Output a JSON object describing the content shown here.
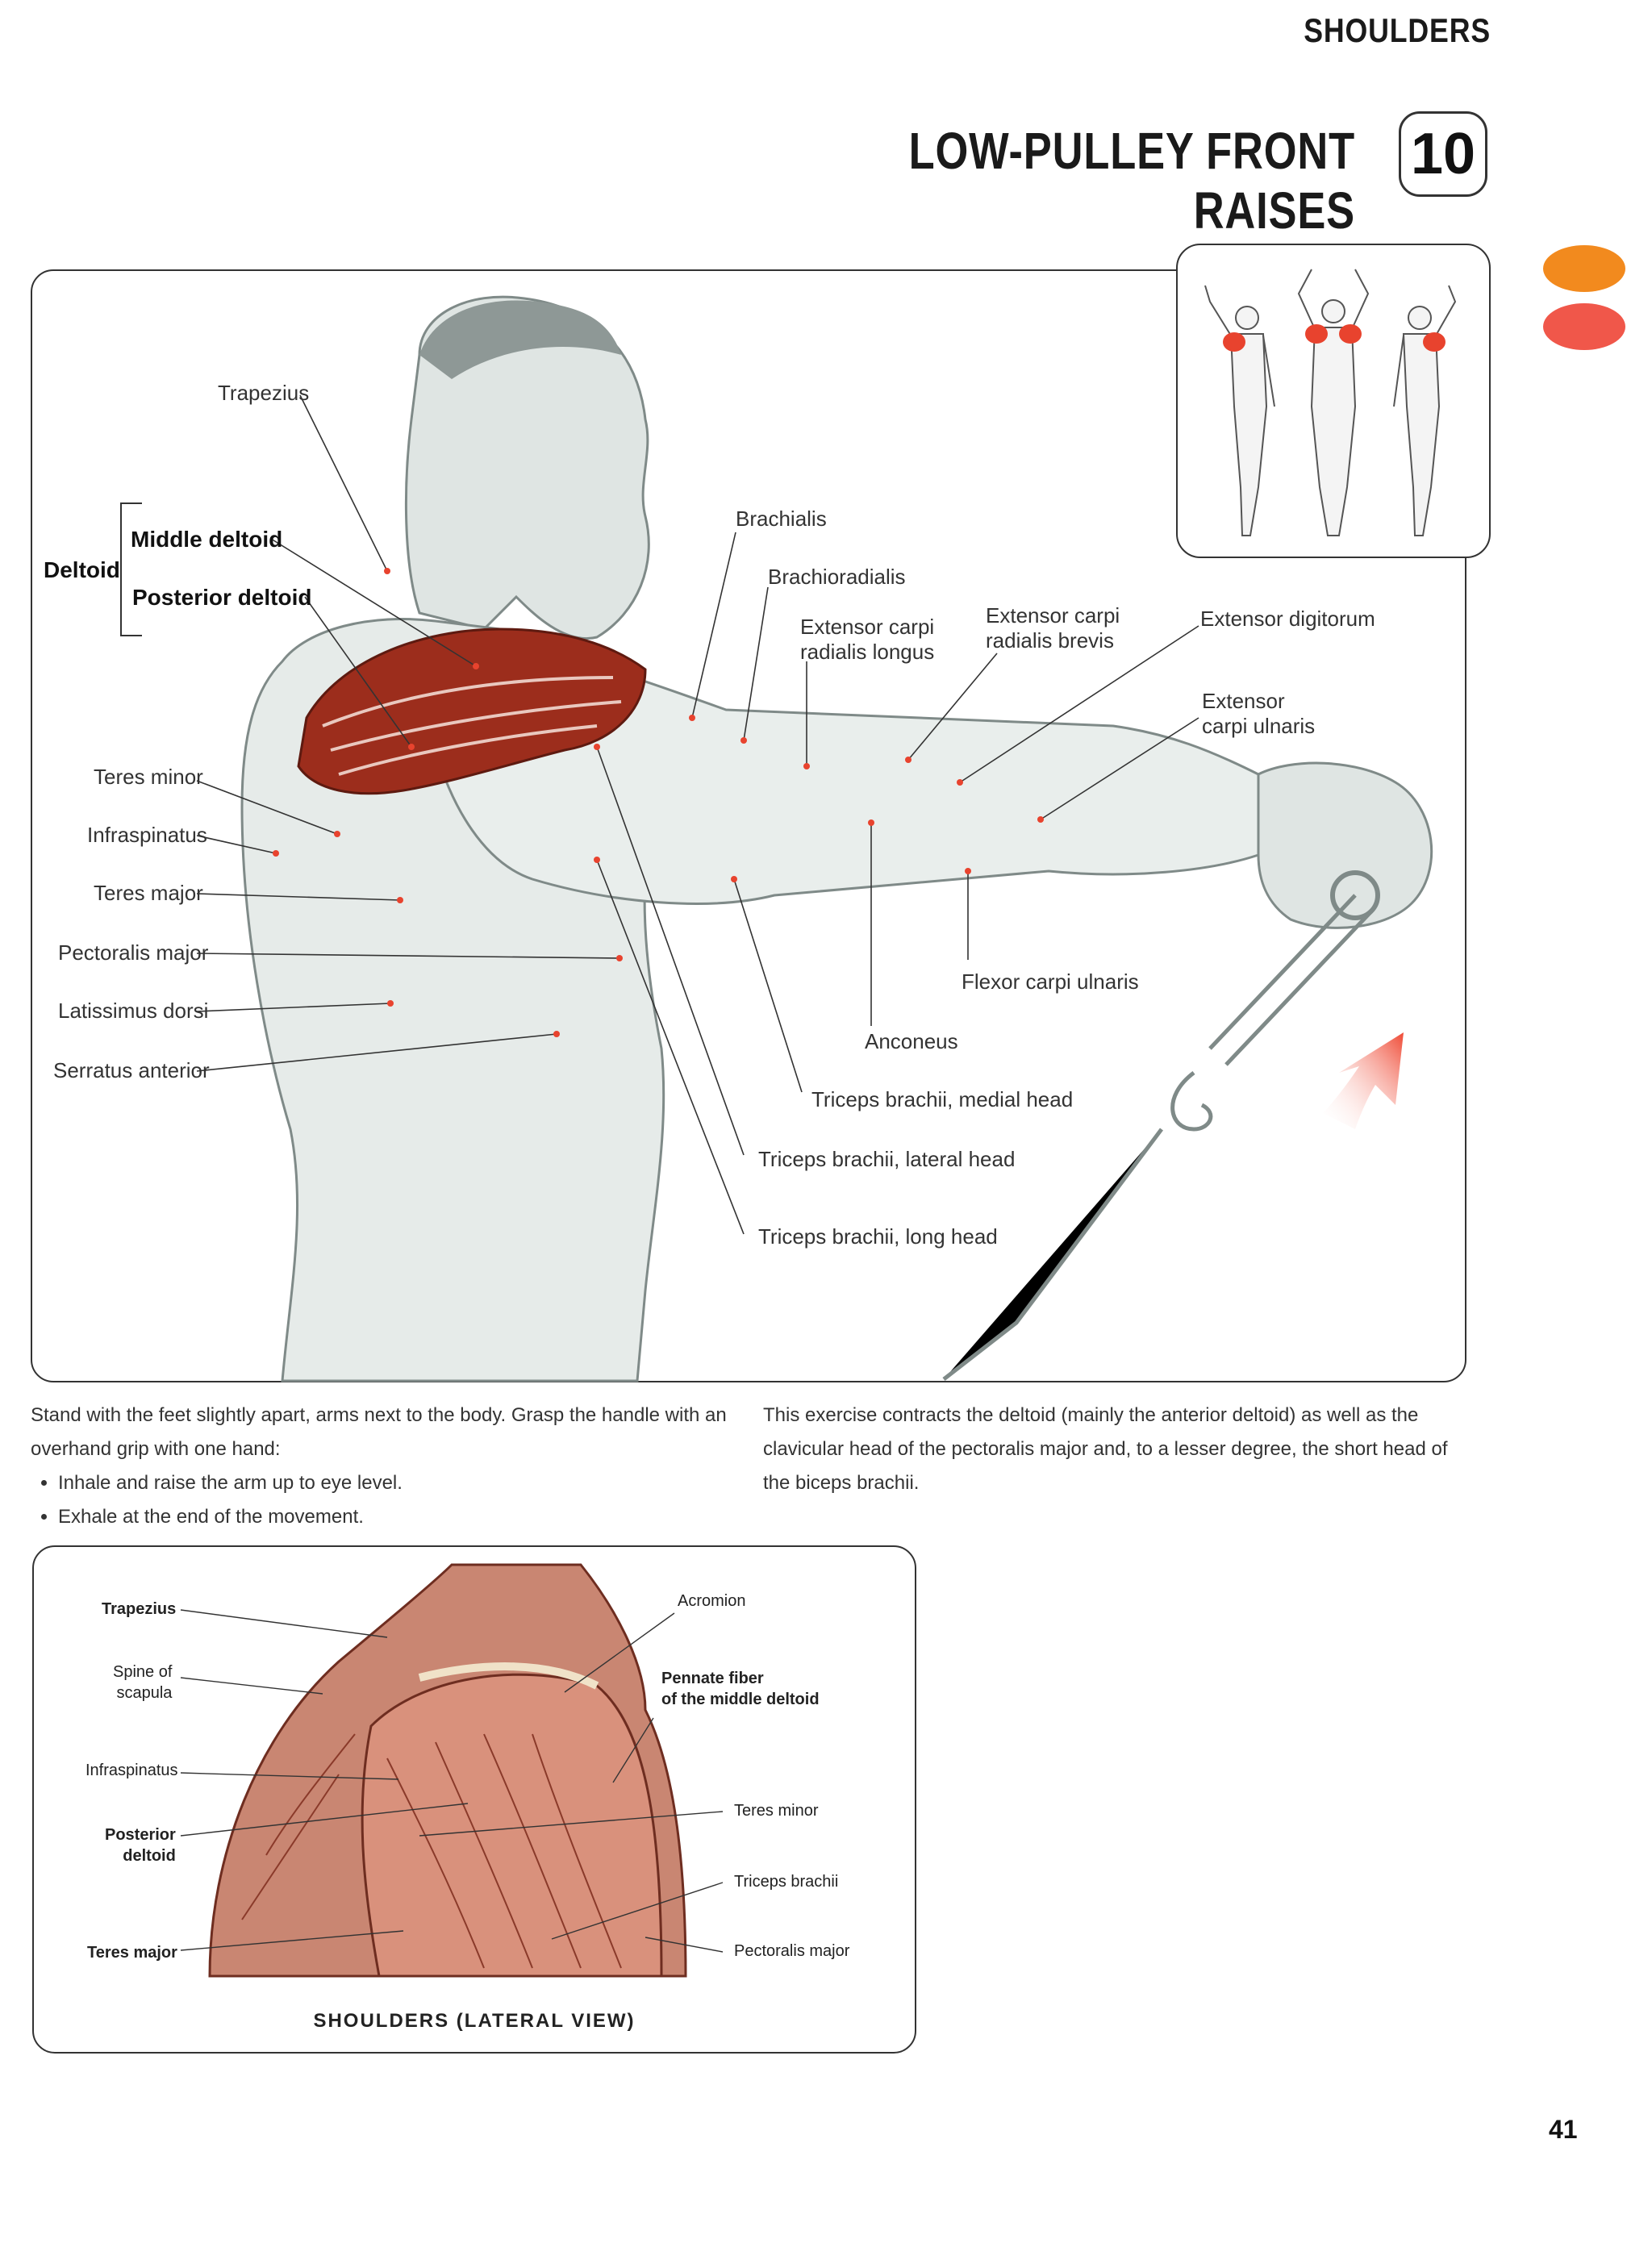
{
  "header": {
    "section": "SHOULDERS",
    "title": "LOW-PULLEY FRONT RAISES",
    "number": "10"
  },
  "colors": {
    "dot_orange": "#f28a1e",
    "dot_red": "#f0574a",
    "muscle_red": "#9c2d1c",
    "highlight_red": "#e8432e"
  },
  "main_labels": {
    "trapezius": "Trapezius",
    "deltoid": "Deltoid",
    "middle_deltoid": "Middle deltoid",
    "posterior_deltoid": "Posterior deltoid",
    "teres_minor": "Teres minor",
    "infraspinatus": "Infraspinatus",
    "teres_major": "Teres major",
    "pectoralis_major": "Pectoralis major",
    "latissimus_dorsi": "Latissimus dorsi",
    "serratus_anterior": "Serratus anterior",
    "brachialis": "Brachialis",
    "brachioradialis": "Brachioradialis",
    "ecr_longus_1": "Extensor carpi",
    "ecr_longus_2": "radialis longus",
    "ecr_brevis_1": "Extensor carpi",
    "ecr_brevis_2": "radialis brevis",
    "extensor_digitorum": "Extensor digitorum",
    "ecu_1": "Extensor",
    "ecu_2": "carpi ulnaris",
    "flexor_carpi_ulnaris": "Flexor carpi ulnaris",
    "anconeus": "Anconeus",
    "triceps_medial": "Triceps brachii, medial head",
    "triceps_lateral": "Triceps brachii, lateral head",
    "triceps_long": "Triceps brachii, long head"
  },
  "instructions": {
    "intro": "Stand with the feet slightly apart, arms next to the body. Grasp the handle with an overhand grip with one hand:",
    "steps": [
      "Inhale and raise the arm up to eye level.",
      "Exhale at the end of the movement."
    ],
    "description": "This exercise contracts the deltoid (mainly the anterior deltoid) as well as the clavicular head of the pectoralis major and, to a lesser degree, the short head of the biceps brachii."
  },
  "lateral_view": {
    "caption": "SHOULDERS (LATERAL VIEW)",
    "trapezius": "Trapezius",
    "spine_1": "Spine of",
    "spine_2": "scapula",
    "infraspinatus": "Infraspinatus",
    "posterior_1": "Posterior",
    "posterior_2": "deltoid",
    "teres_major": "Teres major",
    "acromion": "Acromion",
    "pennate_1": "Pennate fiber",
    "pennate_2": "of the middle deltoid",
    "teres_minor": "Teres minor",
    "triceps_brachii": "Triceps brachii",
    "pectoralis_major": "Pectoralis major"
  },
  "page_number": "41"
}
